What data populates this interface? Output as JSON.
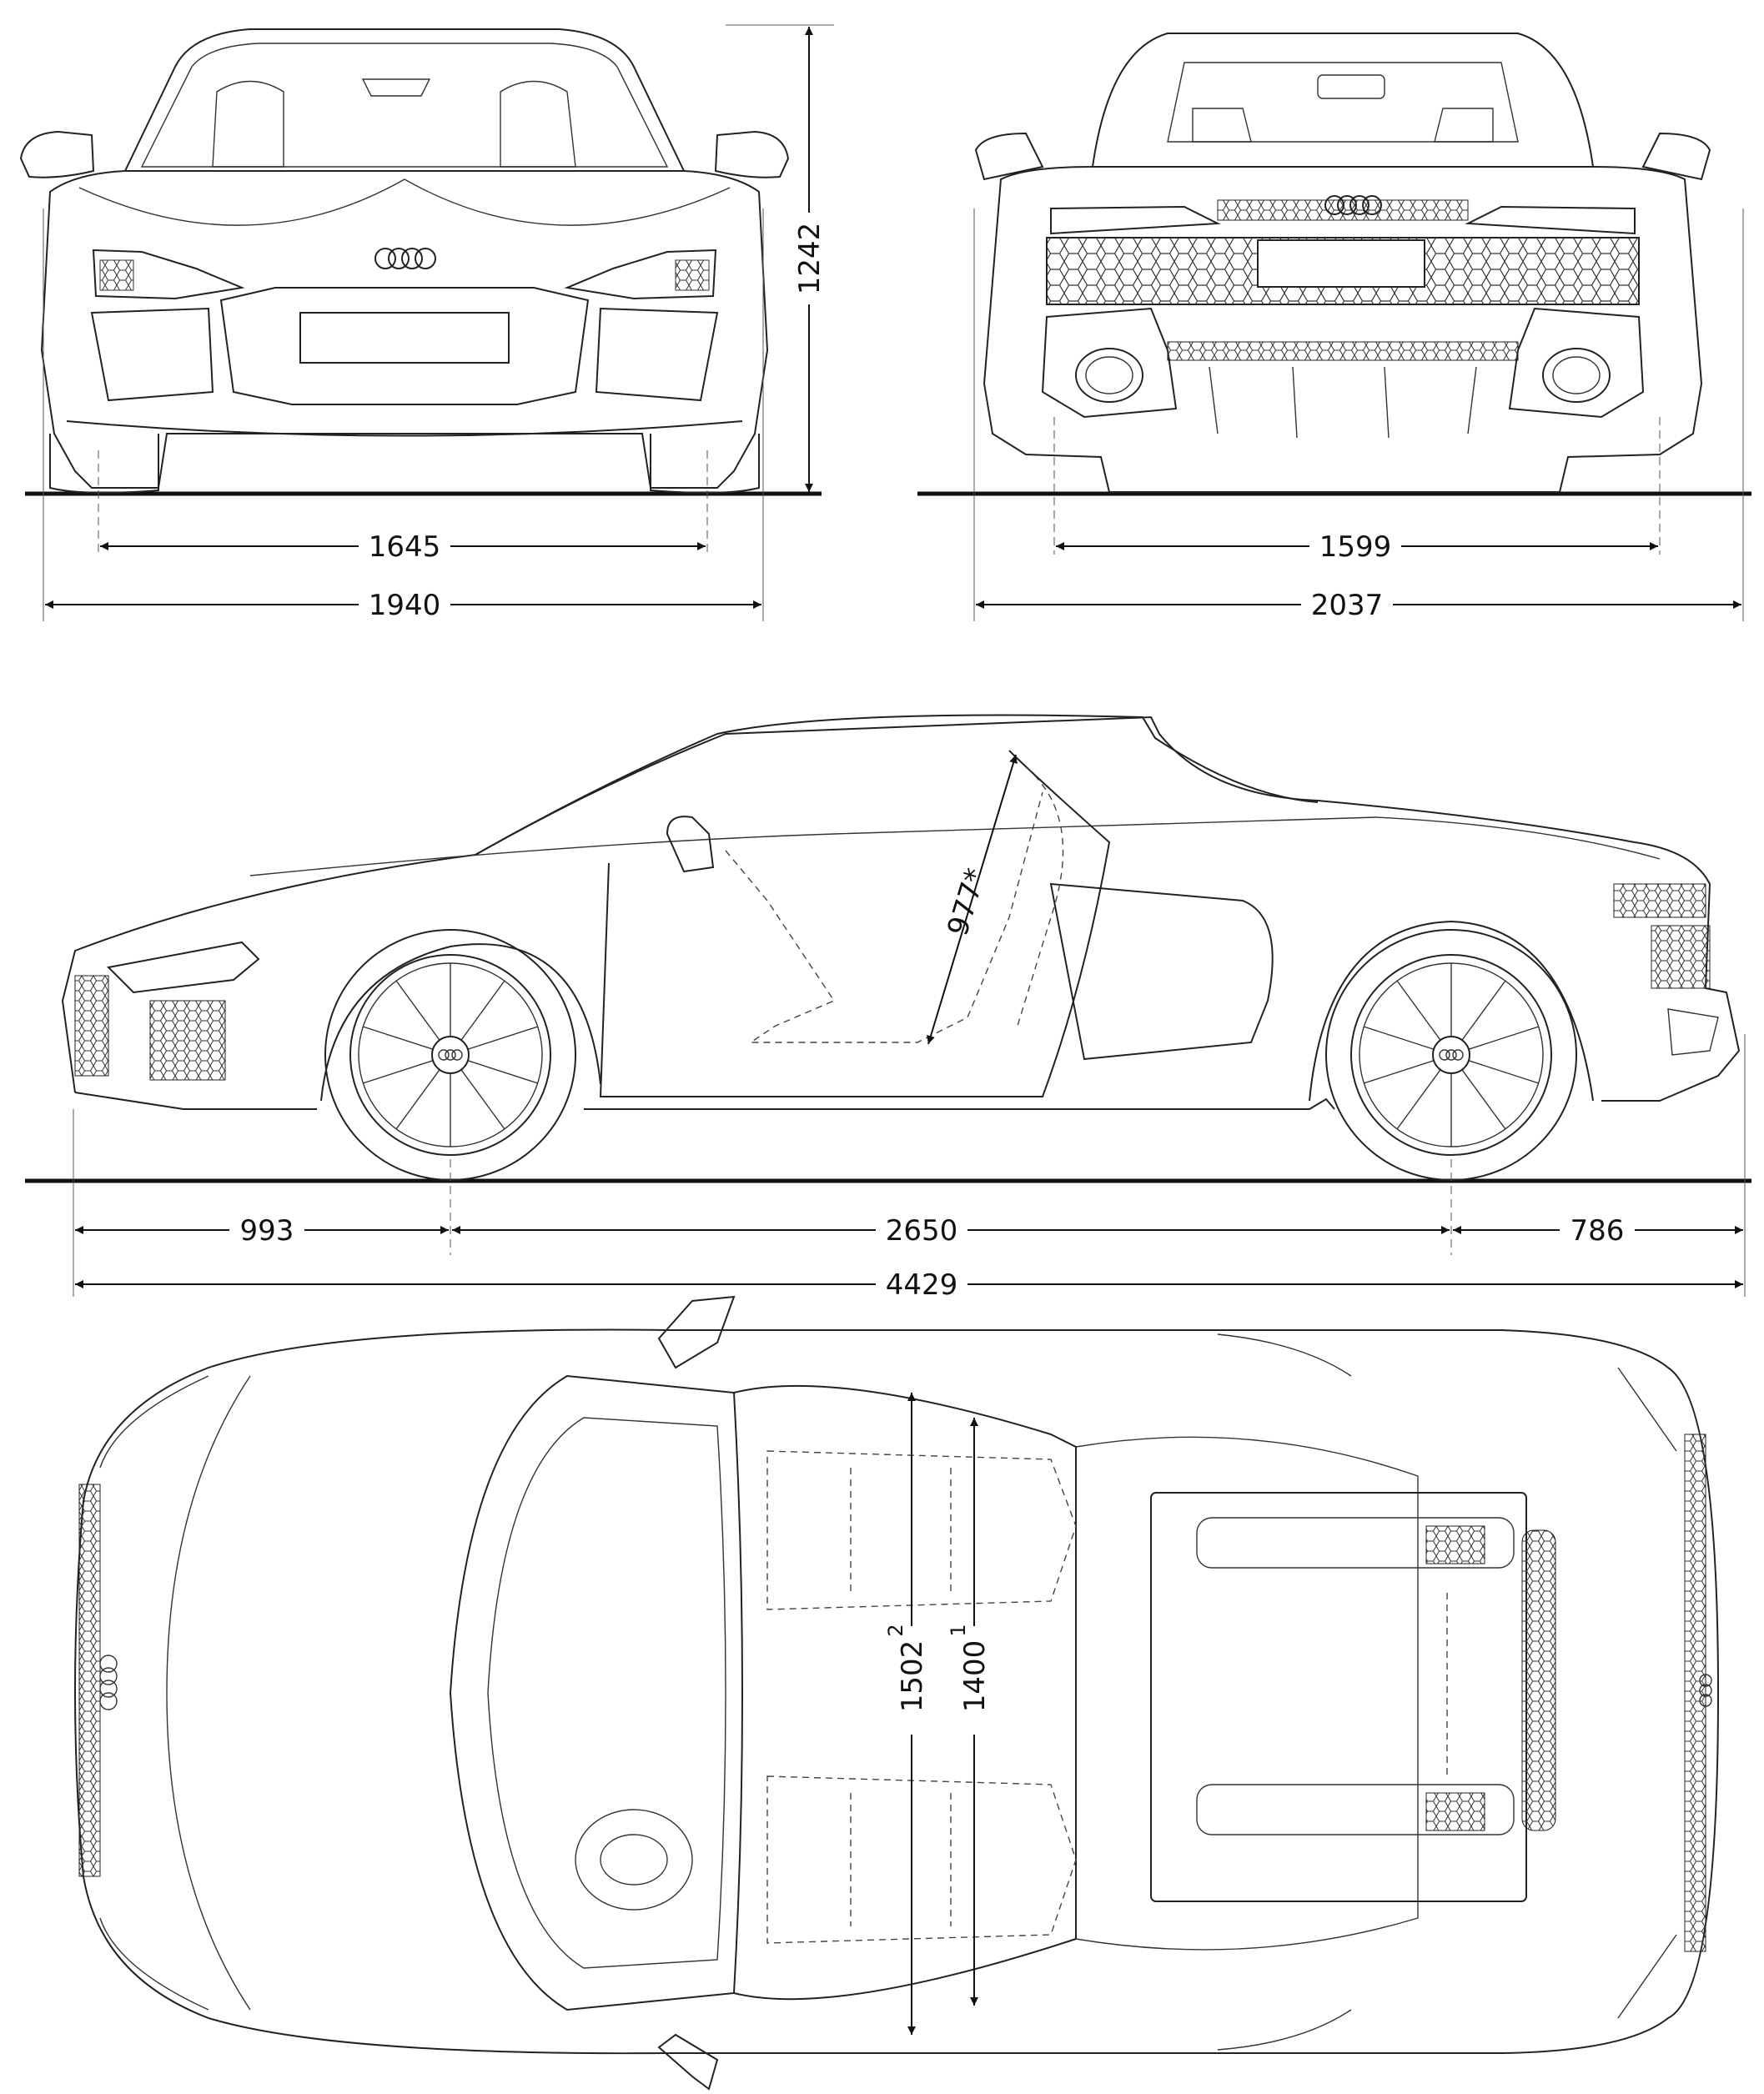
{
  "dimensions": {
    "front_track": "1645",
    "front_width": "1940",
    "height": "1242",
    "rear_track": "1599",
    "rear_width": "2037",
    "front_overhang": "993",
    "wheelbase": "2650",
    "rear_overhang": "786",
    "length": "4429",
    "door_opening": "977*",
    "interior_width_1": "1502",
    "interior_width_1_sup": "2",
    "interior_width_2": "1400",
    "interior_width_2_sup": "1"
  },
  "icons": {
    "front_logo": "four-rings-logo-icon",
    "rear_logo": "four-rings-logo-icon",
    "wheel_logo": "four-rings-logo-icon"
  }
}
